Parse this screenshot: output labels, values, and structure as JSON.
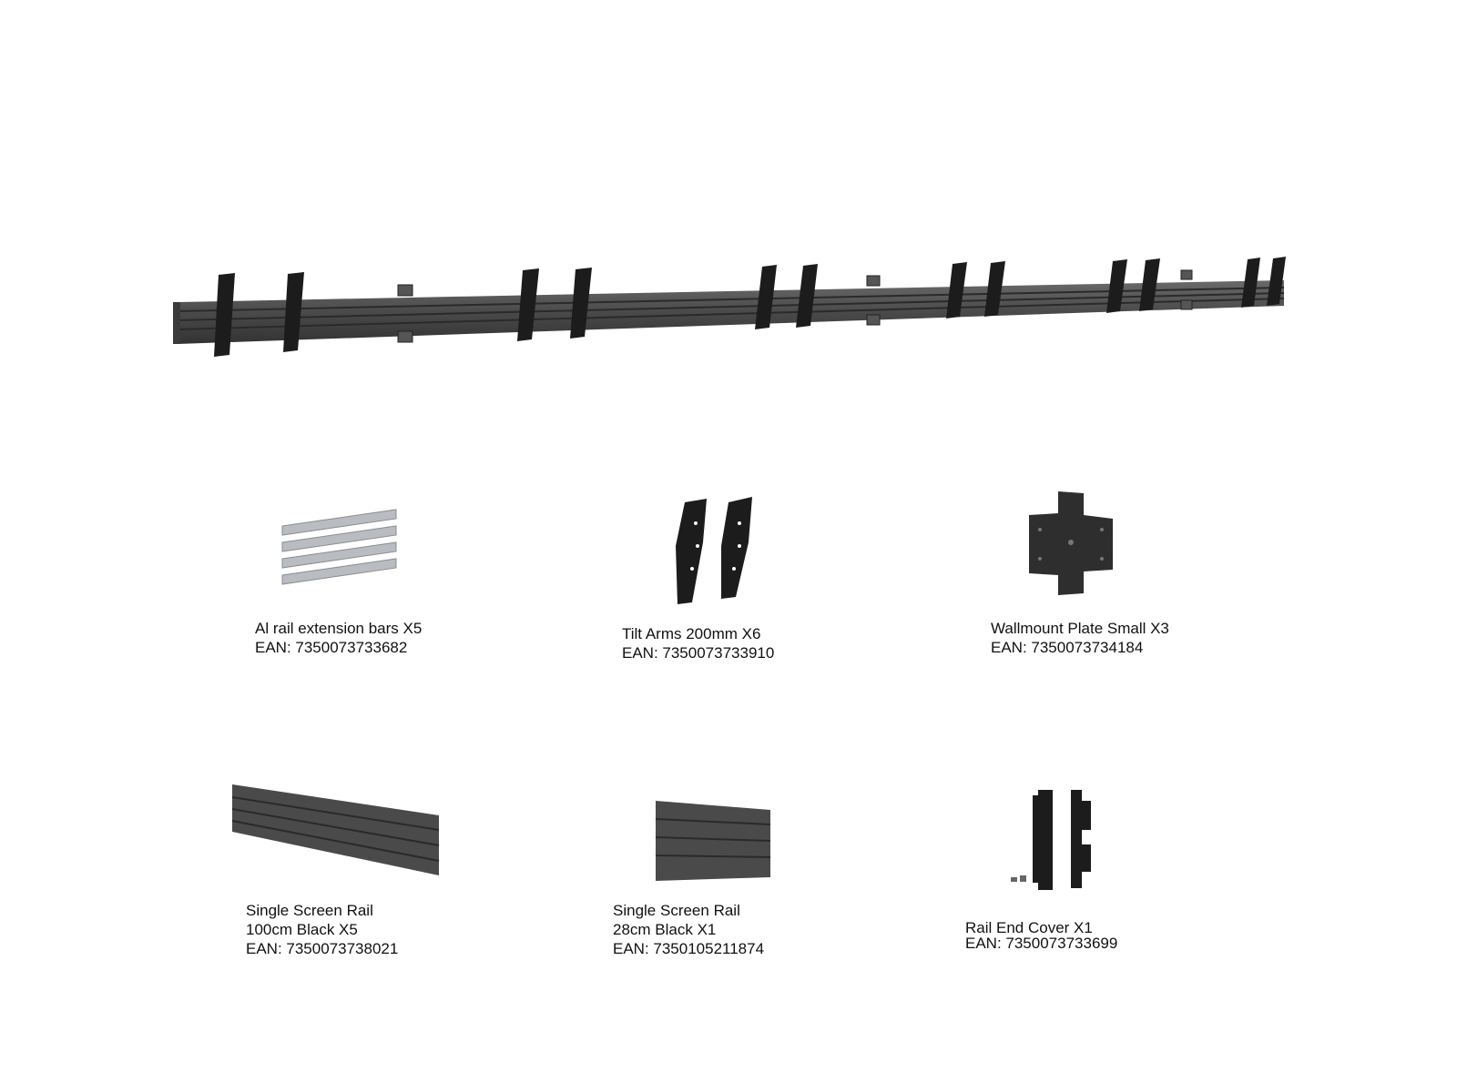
{
  "colors": {
    "rail": "#4a4a4a",
    "rail_dark": "#2f2f2f",
    "bracket": "#1c1c1c",
    "aluminium": "#b9bcc0",
    "background": "#ffffff"
  },
  "parts": [
    {
      "name": "Al rail extension bars X5",
      "ean": "EAN: 7350073733682"
    },
    {
      "name": "Tilt Arms 200mm X6",
      "ean": "EAN: 7350073733910"
    },
    {
      "name": "Wallmount Plate Small X3",
      "ean": "EAN: 7350073734184"
    },
    {
      "name_line1": "Single Screen Rail",
      "name_line2": "100cm Black X5",
      "ean": "EAN: 7350073738021"
    },
    {
      "name_line1": "Single Screen Rail",
      "name_line2": "28cm Black X1",
      "ean": "EAN: 7350105211874"
    },
    {
      "name": "Rail End Cover X1",
      "ean": "EAN: 7350073733699"
    }
  ]
}
